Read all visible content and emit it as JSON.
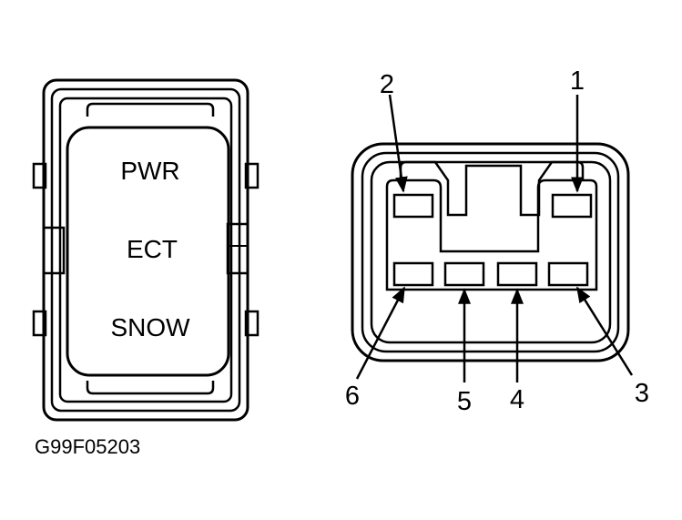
{
  "switch": {
    "labels": [
      "PWR",
      "ECT",
      "SNOW"
    ]
  },
  "connector": {
    "pins": [
      "1",
      "2",
      "3",
      "4",
      "5",
      "6"
    ]
  },
  "figure_id": "G99F05203"
}
